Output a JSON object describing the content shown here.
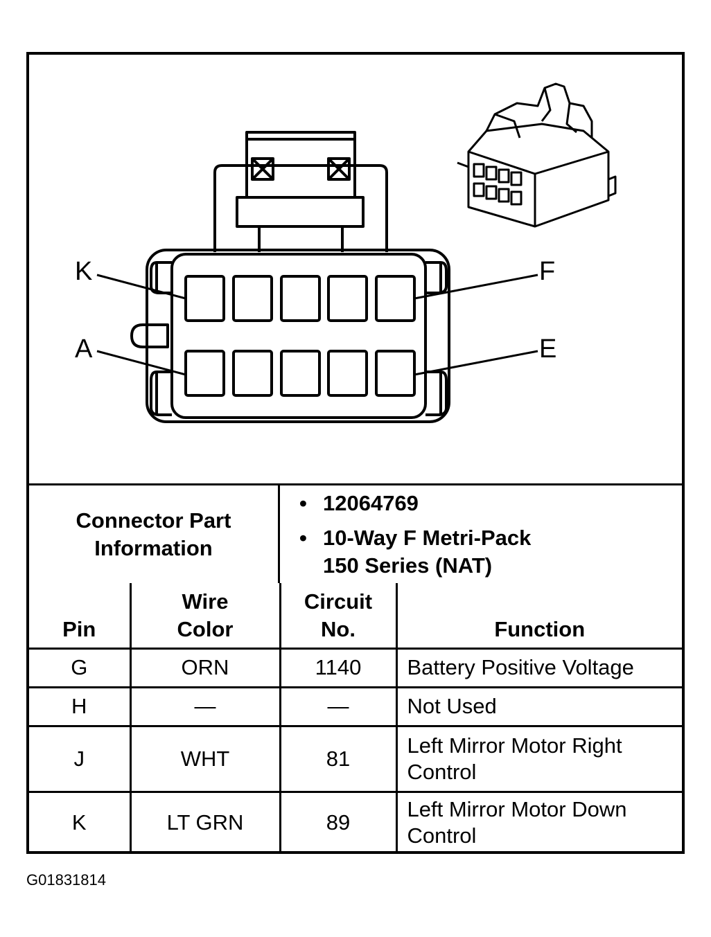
{
  "diagram": {
    "pin_labels": {
      "top_left": "K",
      "top_right": "F",
      "bottom_left": "A",
      "bottom_right": "E"
    }
  },
  "part_info": {
    "label_line1": "Connector Part",
    "label_line2": "Information",
    "part_number": "12064769",
    "description_line1": "10-Way F Metri-Pack",
    "description_line2": "150 Series (NAT)"
  },
  "table": {
    "headers": {
      "pin": "Pin",
      "wire_color_1": "Wire",
      "wire_color_2": "Color",
      "circuit_1": "Circuit",
      "circuit_2": "No.",
      "function": "Function"
    },
    "rows": [
      {
        "pin": "G",
        "wire_color": "ORN",
        "circuit": "1140",
        "function_1": "Battery Positive Voltage",
        "function_2": ""
      },
      {
        "pin": "H",
        "wire_color": "—",
        "circuit": "—",
        "function_1": "Not Used",
        "function_2": ""
      },
      {
        "pin": "J",
        "wire_color": "WHT",
        "circuit": "81",
        "function_1": "Left Mirror Motor Right",
        "function_2": "Control"
      },
      {
        "pin": "K",
        "wire_color": "LT GRN",
        "circuit": "89",
        "function_1": "Left Mirror Motor Down",
        "function_2": "Control"
      }
    ]
  },
  "figure_id": "G01831814"
}
